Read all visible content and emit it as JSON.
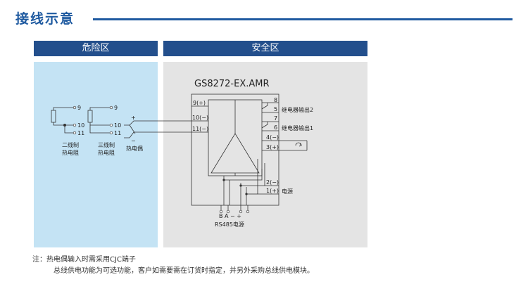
{
  "header": {
    "title": "接线示意"
  },
  "zones": {
    "hazard": "危险区",
    "safe": "安全区"
  },
  "module": {
    "model": "GS8272-EX.AMR"
  },
  "sensors": {
    "rtd2_line1": "二线制",
    "rtd2_line2": "热电阻",
    "rtd3_line1": "三线制",
    "rtd3_line2": "热电阻",
    "thermocouple": "热电偶",
    "plus": "+",
    "minus": "−",
    "t9": "9",
    "t10": "10",
    "t11": "11"
  },
  "terminals": {
    "in9": "9(+)",
    "in10": "10(−)",
    "in11": "11(−)",
    "t8": "8",
    "t5": "5",
    "t7": "7",
    "t6": "6",
    "t4": "4(−)",
    "t3": "3(+)",
    "t2": "2(−)",
    "t1": "1(+)",
    "relay2": "继电器输出2",
    "relay1": "继电器输出1",
    "power": "电源",
    "bus_pins": "B A  − +",
    "bus_label": "RS485电源"
  },
  "notes": {
    "line1": "注：热电偶输入时需采用CJC端子",
    "line2": "总线供电功能为可选功能，客户如需要需在订货时指定，并另外采购总线供电模块。"
  },
  "colors": {
    "brand": "#1f5aa0",
    "header_bg": "#234f8c",
    "hazard_bg": "#c4e3f4",
    "safe_bg": "#e4e4e4"
  }
}
